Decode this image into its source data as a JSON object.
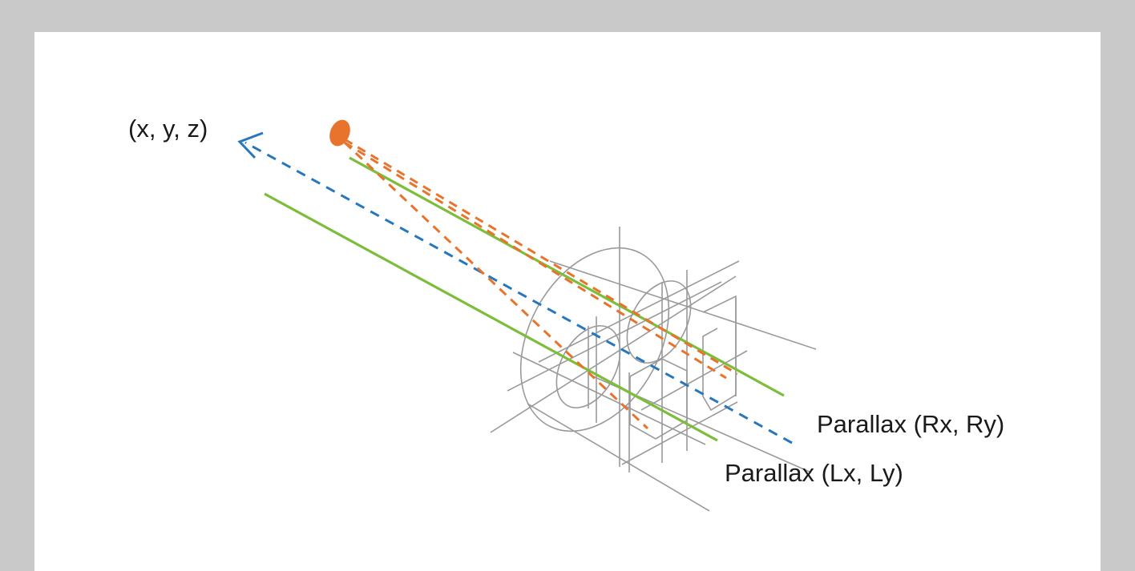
{
  "labels": {
    "point": "(x, y, z)",
    "right_parallax": "Parallax (Rx, Ry)",
    "left_parallax": "Parallax (Lx, Ly)"
  },
  "colors": {
    "frame": "#c9c9c9",
    "canvas": "#ffffff",
    "object_point": "#e8732c",
    "orange_rays": "#e8732c",
    "parallel_lines": "#7dbd3b",
    "view_axis": "#2777bd",
    "camera_outline": "#9a9a9a"
  },
  "icons": {
    "object_point": "orange-dot-icon",
    "axis_arrow": "arrowhead-icon"
  }
}
